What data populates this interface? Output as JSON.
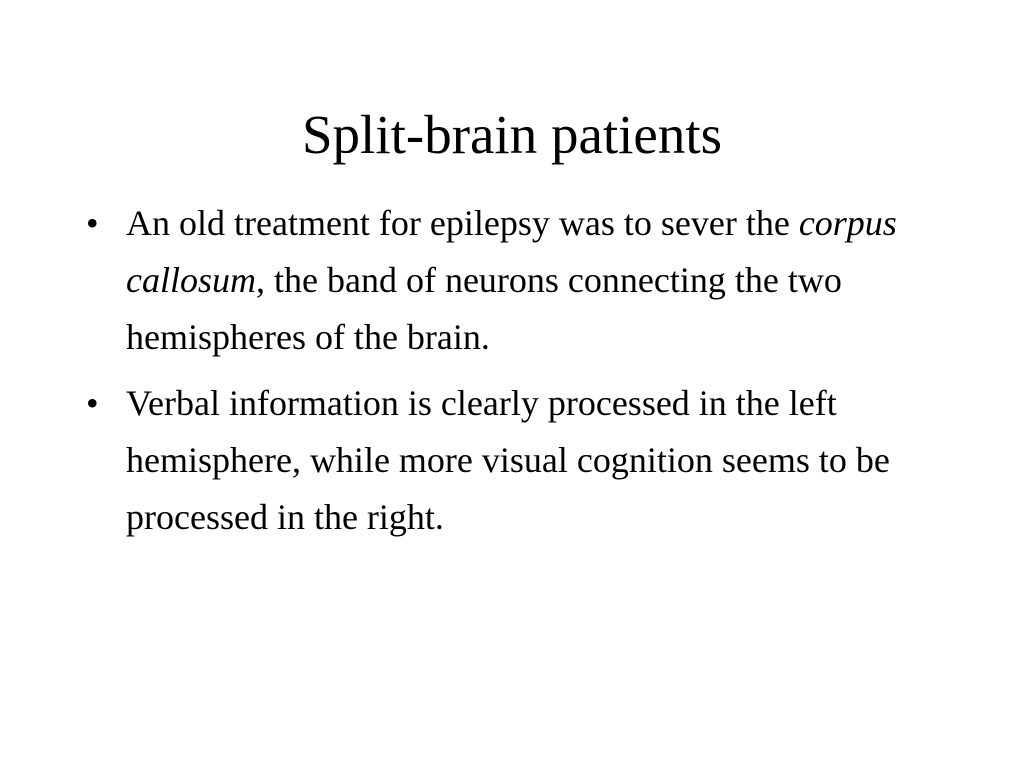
{
  "slide": {
    "title": "Split-brain patients",
    "bullet_marker": "•",
    "bullets": [
      {
        "before": "An old treatment for epilepsy was to sever the ",
        "emphasis": "corpus callosum",
        "after": ", the band of neurons connecting the two hemispheres of the brain."
      },
      {
        "text": "Verbal information is clearly processed in the left hemisphere, while more visual cognition seems to be processed in the right."
      }
    ]
  }
}
